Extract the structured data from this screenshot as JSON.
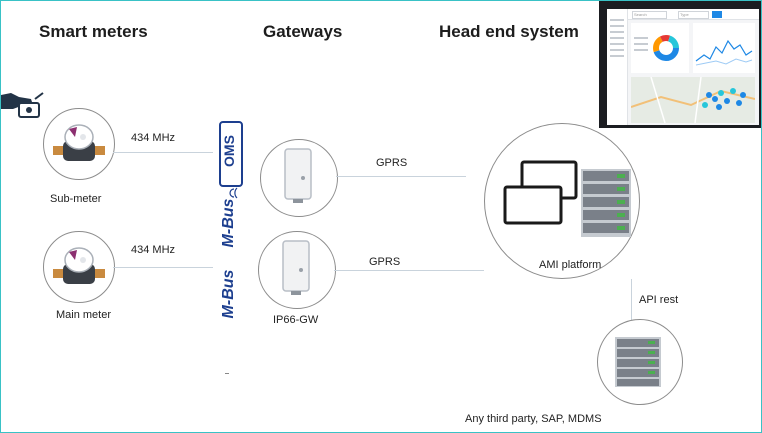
{
  "headers": {
    "smart_meters": "Smart meters",
    "gateways": "Gateways",
    "head_end": "Head end system"
  },
  "meters": {
    "sub_meter_label": "Sub-meter",
    "main_meter_label": "Main meter",
    "freq_top": "434 MHz",
    "freq_bottom": "434 MHz"
  },
  "protocols": {
    "oms": "OMS",
    "wmbus": "M-Bus",
    "mbus": "M-Bus"
  },
  "gateways": {
    "link_top": "GPRS",
    "link_bottom": "GPRS",
    "model_label": "IP66-GW"
  },
  "head_end": {
    "platform_label": "AMI platform",
    "api_label": "API rest",
    "third_party_label": "Any third party, SAP, MDMS"
  },
  "dashboard": {
    "search_hint": "Search",
    "select_hint": "Type"
  },
  "colors": {
    "border": "#39c2c6",
    "brand_blue": "#1d3f8f",
    "donut_blue": "#1e88e5",
    "donut_orange": "#ff9800",
    "donut_red": "#e53935",
    "donut_cyan": "#26c6da"
  }
}
